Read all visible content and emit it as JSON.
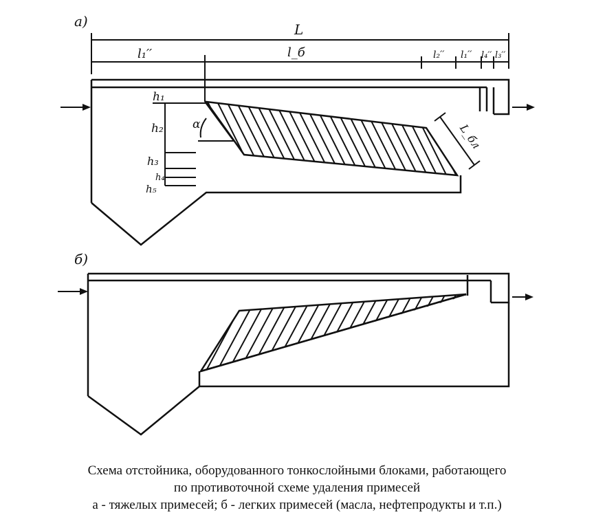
{
  "diagram": {
    "panel_a_label": "а)",
    "panel_b_label": "б)",
    "labels": {
      "L": "L",
      "l1_prime": "l₁′′",
      "l_b": "l_б",
      "l2": "l₂′′",
      "l1": "l₁′′",
      "l4": "l₄′′",
      "l3": "l₃′′",
      "h1": "h₁",
      "h2": "h₂",
      "h3": "h₃",
      "h4": "h₄",
      "h5": "h₅",
      "alpha": "α",
      "L_bl": "L_бл"
    }
  },
  "caption": {
    "line1": "Схема отстойника, оборудованного тонкослойными блоками, работающего",
    "line2": "по противоточной схеме удаления примесей",
    "line3": "а - тяжелых примесей; б - легких примесей (масла, нефтепродукты и т.п.)"
  }
}
